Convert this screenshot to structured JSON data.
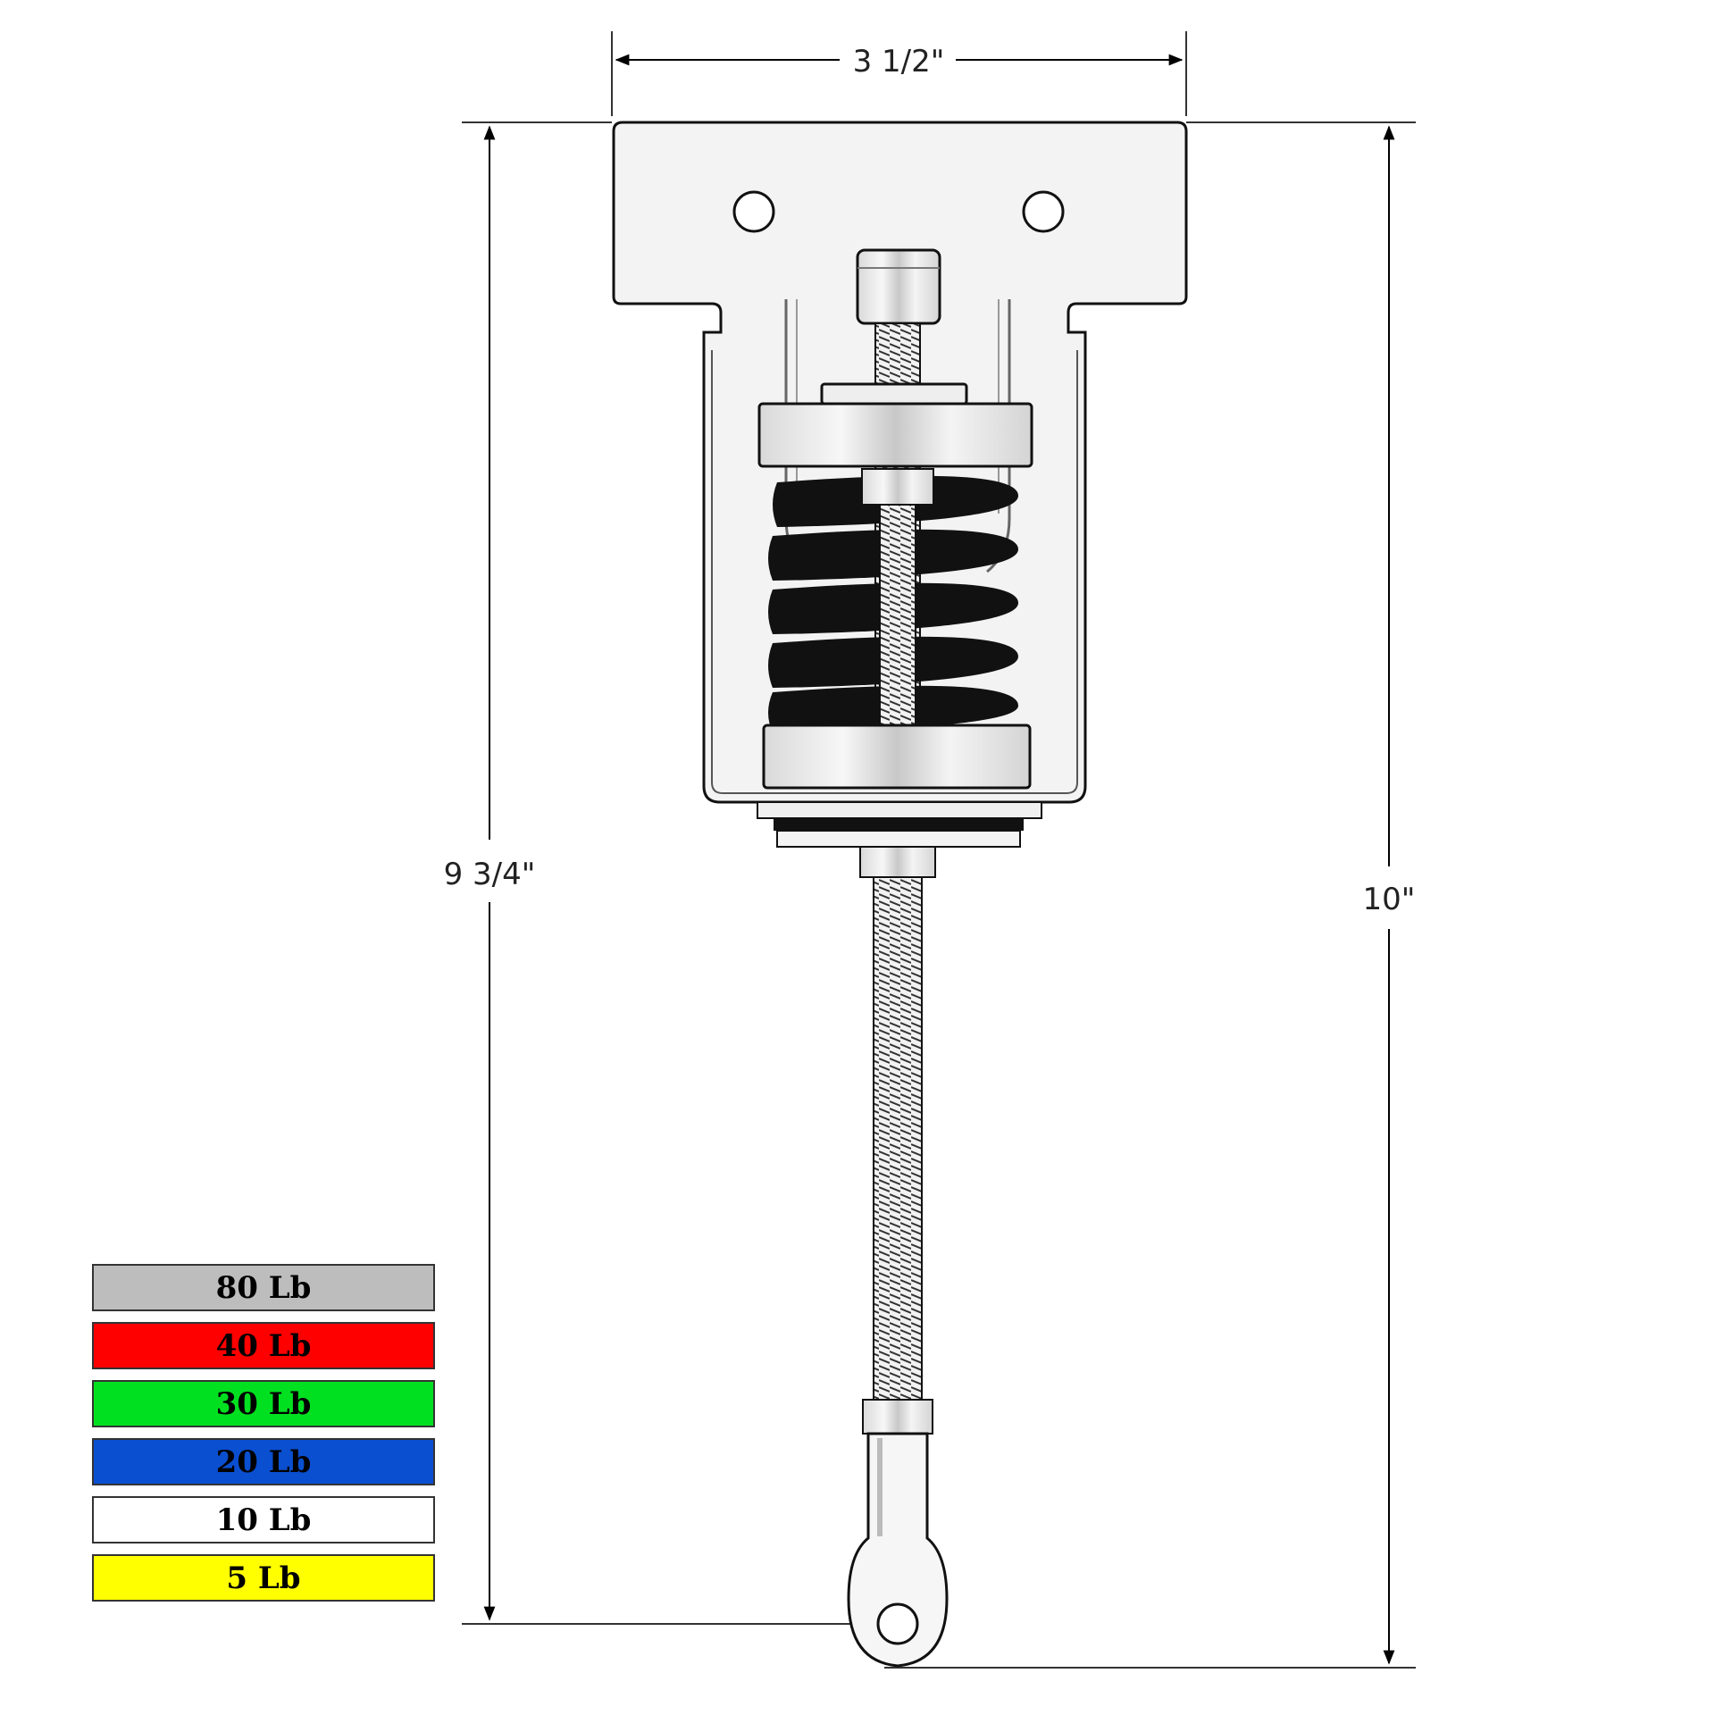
{
  "dimensions": {
    "width": "3 1/2\"",
    "height_left": "9 3/4\"",
    "height_right": "10\""
  },
  "legend": [
    {
      "label": "80 Lb",
      "color": "#bdbdbd"
    },
    {
      "label": "40 Lb",
      "color": "#ff0000"
    },
    {
      "label": "30 Lb",
      "color": "#00e020"
    },
    {
      "label": "20 Lb",
      "color": "#0a4fd0"
    },
    {
      "label": "10 Lb",
      "color": "#ffffff"
    },
    {
      "label": "5 Lb",
      "color": "#ffff00"
    }
  ]
}
